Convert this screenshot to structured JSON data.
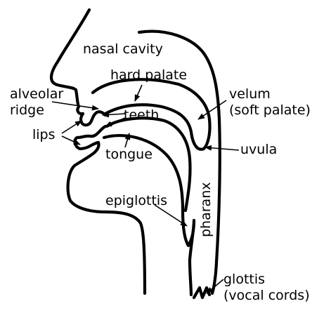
{
  "labels": {
    "nasal_cavity": "nasal cavity",
    "hard_palate": "hard palate",
    "alveolar": "alveolar",
    "ridge": "ridge",
    "teeth": "teeth",
    "velum": "velum",
    "soft_palate": "(soft palate)",
    "lips": "lips",
    "tongue": "tongue",
    "uvula": "uvula",
    "epiglottis": "epiglottis",
    "pharanx": "pharanx",
    "glottis": "glottis",
    "vocal_cords": "(vocal cords)"
  },
  "colors": {
    "ink": "#000000",
    "background": "#ffffff"
  }
}
